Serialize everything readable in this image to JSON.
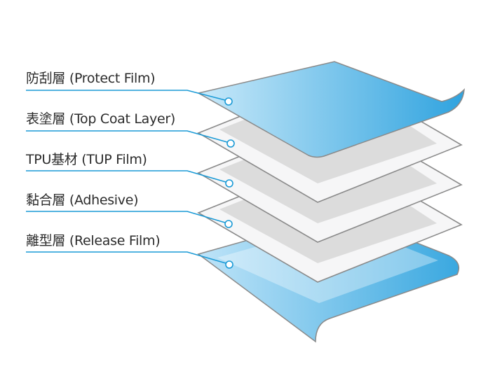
{
  "layers": [
    {
      "label": "防刮層  (Protect Film)"
    },
    {
      "label": "表塗層 (Top Coat Layer)"
    },
    {
      "label": "TPU基材 (TUP Film)"
    },
    {
      "label": "黏合層 (Adhesive)"
    },
    {
      "label": "離型層 (Release Film)"
    }
  ],
  "colors": {
    "leader_line": "#1a9ad6",
    "film_blue_light": "#bfe3f7",
    "film_blue_dark": "#31a5e0",
    "sheet_outline": "#8a8a8a",
    "sheet_inner": "#dcdcdc",
    "sheet_white": "#f6f6f7",
    "text": "#2b2b2b"
  }
}
